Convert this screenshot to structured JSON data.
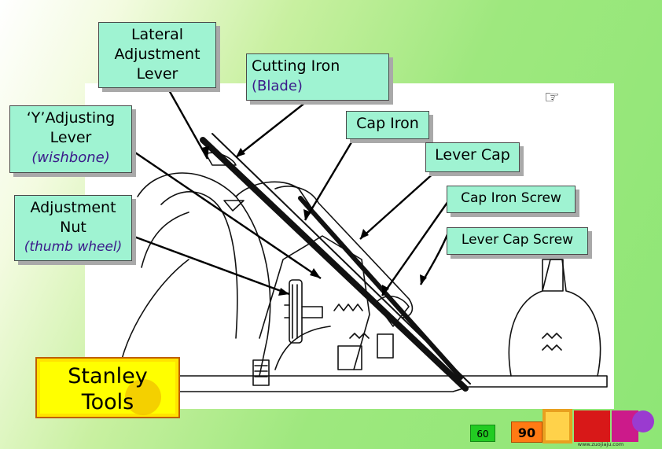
{
  "labels": {
    "lateral": {
      "line1": "Lateral",
      "line2": "Adjustment",
      "line3": "Lever"
    },
    "cutting_iron": {
      "line1": "Cutting Iron",
      "line2": "(Blade)"
    },
    "cap_iron": "Cap Iron",
    "y_lever": {
      "line1": "‘Y’Adjusting",
      "line2": "Lever",
      "line3": "(wishbone)"
    },
    "lever_cap": "Lever Cap",
    "cap_iron_screw": "Cap Iron Screw",
    "adjustment_nut": {
      "line1": "Adjustment",
      "line2": "Nut",
      "line3": "(thumb wheel)"
    },
    "lever_cap_screw": "Lever Cap Screw"
  },
  "title": {
    "line1": "Stanley",
    "line2": "Tools"
  },
  "hand_icon": "☞",
  "nav": {
    "btn60": "60",
    "btn90": "90"
  },
  "logo_url": "www.zuojiaju.com",
  "colors": {
    "label_fill": "#9ff3d2",
    "title_fill": "#ffff00",
    "sub_text": "#3a1a8a"
  }
}
